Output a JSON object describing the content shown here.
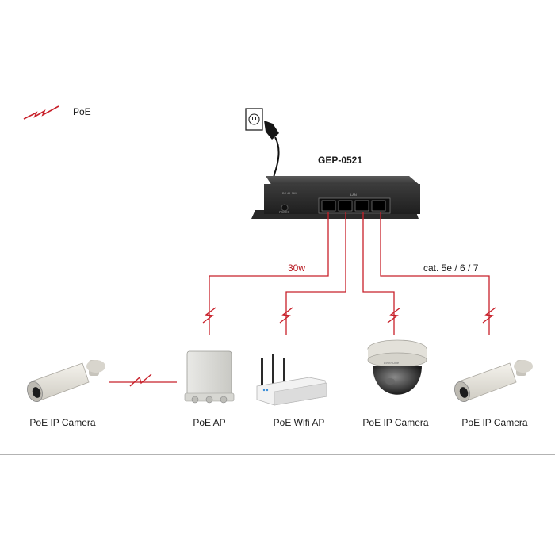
{
  "legend": {
    "label": "PoE",
    "icon": "lightning-bolt-icon"
  },
  "switch": {
    "model": "GEP-0521",
    "power_label": "POWER",
    "lan_label": "LAN"
  },
  "links": {
    "power_budget": "30w",
    "cable_type": "cat. 5e / 6 / 7"
  },
  "devices": [
    {
      "label": "PoE IP Camera",
      "icon": "bullet-camera-icon"
    },
    {
      "label": "PoE AP",
      "icon": "outdoor-access-point-icon"
    },
    {
      "label": "PoE Wifi AP",
      "icon": "wifi-router-icon"
    },
    {
      "label": "PoE IP Camera",
      "icon": "dome-camera-icon"
    },
    {
      "label": "PoE IP Camera",
      "icon": "bullet-camera-icon"
    }
  ],
  "colors": {
    "poe_line": "#c8202a",
    "switch_body": "#3a3a3a",
    "device_body": "#eeece6"
  }
}
